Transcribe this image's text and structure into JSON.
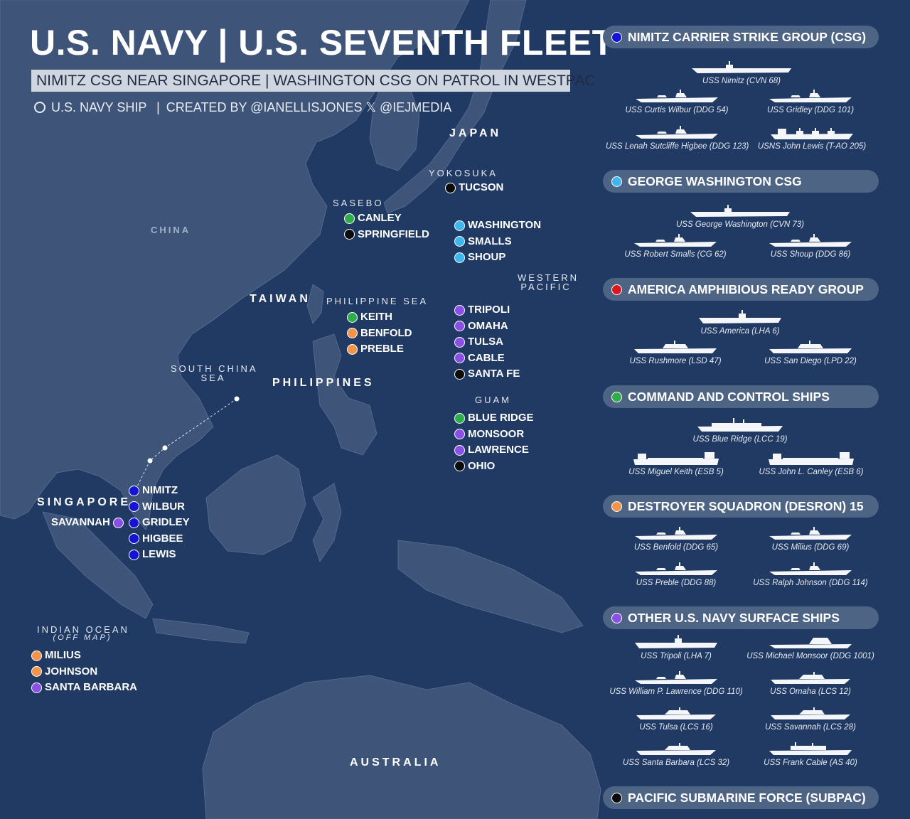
{
  "header": {
    "title": "U.S. NAVY | U.S. SEVENTH FLEET",
    "subtitle": "NIMITZ CSG NEAR SINGAPORE | WASHINGTON CSG ON PATROL IN WESTPAC",
    "legend_label": "U.S. NAVY SHIP",
    "separator": "|",
    "credit": "CREATED BY @IANELLISJONES 𝕏 @IEJMEDIA"
  },
  "colors": {
    "nimitz_csg": "#1414d6",
    "washington_csg": "#3fb7ee",
    "amphibious": "#e0161f",
    "command_control": "#2eae4a",
    "desron15": "#f2954a",
    "other_surface": "#8a4fe6",
    "subpac": "#0b0b0b"
  },
  "regions": {
    "japan": "JAPAN",
    "yokosuka": "YOKOSUKA",
    "sasebo": "SASEBO",
    "china": "CHINA",
    "taiwan": "TAIWAN",
    "philippine_sea": "PHILIPPINE SEA",
    "western_pacific_1": "WESTERN",
    "western_pacific_2": "PACIFIC",
    "south_china_sea_1": "SOUTH CHINA",
    "south_china_sea_2": "SEA",
    "philippines": "PHILIPPINES",
    "guam": "GUAM",
    "singapore": "SINGAPORE",
    "indian_ocean": "INDIAN OCEAN",
    "off_map": "(OFF MAP)",
    "australia": "AUSTRALIA"
  },
  "map_ships": {
    "yokosuka": [
      {
        "name": "TUCSON",
        "color": "#0b0b0b"
      }
    ],
    "sasebo": [
      {
        "name": "CANLEY",
        "color": "#2eae4a"
      },
      {
        "name": "SPRINGFIELD",
        "color": "#0b0b0b"
      }
    ],
    "washington_group": [
      {
        "name": "WASHINGTON",
        "color": "#3fb7ee"
      },
      {
        "name": "SMALLS",
        "color": "#3fb7ee"
      },
      {
        "name": "SHOUP",
        "color": "#3fb7ee"
      }
    ],
    "philippine_sea": [
      {
        "name": "KEITH",
        "color": "#2eae4a"
      },
      {
        "name": "BENFOLD",
        "color": "#f2954a"
      },
      {
        "name": "PREBLE",
        "color": "#f2954a"
      }
    ],
    "western_pacific": [
      {
        "name": "TRIPOLI",
        "color": "#8a4fe6"
      },
      {
        "name": "OMAHA",
        "color": "#8a4fe6"
      },
      {
        "name": "TULSA",
        "color": "#8a4fe6"
      },
      {
        "name": "CABLE",
        "color": "#8a4fe6"
      },
      {
        "name": "SANTA FE",
        "color": "#0b0b0b"
      }
    ],
    "guam": [
      {
        "name": "BLUE RIDGE",
        "color": "#2eae4a"
      },
      {
        "name": "MONSOOR",
        "color": "#8a4fe6"
      },
      {
        "name": "LAWRENCE",
        "color": "#8a4fe6"
      },
      {
        "name": "OHIO",
        "color": "#0b0b0b"
      }
    ],
    "singapore": [
      {
        "name": "NIMITZ",
        "color": "#1414d6"
      },
      {
        "name": "WILBUR",
        "color": "#1414d6"
      },
      {
        "name": "GRIDLEY",
        "color": "#1414d6"
      },
      {
        "name": "HIGBEE",
        "color": "#1414d6"
      },
      {
        "name": "LEWIS",
        "color": "#1414d6"
      }
    ],
    "savannah": {
      "name": "SAVANNAH",
      "color": "#8a4fe6"
    },
    "indian_ocean": [
      {
        "name": "MILIUS",
        "color": "#f2954a"
      },
      {
        "name": "JOHNSON",
        "color": "#f2954a"
      },
      {
        "name": "SANTA BARBARA",
        "color": "#8a4fe6"
      }
    ]
  },
  "sidebar": {
    "groups": [
      {
        "title": "NIMITZ CARRIER STRIKE GROUP (CSG)",
        "color": "#1414d6",
        "ships": [
          {
            "name": "USS Nimitz (CVN 68)",
            "icon": "carrier-icon"
          },
          {
            "name": "USS Curtis Wilbur (DDG 54)",
            "icon": "destroyer-icon"
          },
          {
            "name": "USS Gridley (DDG 101)",
            "icon": "destroyer-icon"
          },
          {
            "name": "USS Lenah Sutcliffe Higbee (DDG 123)",
            "icon": "destroyer-icon"
          },
          {
            "name": "USNS John Lewis (T-AO 205)",
            "icon": "oiler-icon"
          }
        ]
      },
      {
        "title": "GEORGE WASHINGTON CSG",
        "color": "#3fb7ee",
        "ships": [
          {
            "name": "USS George Washington (CVN 73)",
            "icon": "carrier-icon"
          },
          {
            "name": "USS Robert Smalls (CG 62)",
            "icon": "cruiser-icon"
          },
          {
            "name": "USS Shoup (DDG 86)",
            "icon": "destroyer-icon"
          }
        ]
      },
      {
        "title": "AMERICA AMPHIBIOUS READY GROUP",
        "color": "#e0161f",
        "ships": [
          {
            "name": "USS America (LHA 6)",
            "icon": "amphib-assault-icon"
          },
          {
            "name": "USS Rushmore (LSD 47)",
            "icon": "dock-landing-icon"
          },
          {
            "name": "USS San Diego (LPD 22)",
            "icon": "transport-dock-icon"
          }
        ]
      },
      {
        "title": "COMMAND AND CONTROL SHIPS",
        "color": "#2eae4a",
        "ships": [
          {
            "name": "USS Blue Ridge (LCC 19)",
            "icon": "command-ship-icon"
          },
          {
            "name": "USS Miguel Keith (ESB 5)",
            "icon": "sea-base-icon"
          },
          {
            "name": "USS John L. Canley (ESB 6)",
            "icon": "sea-base-icon"
          }
        ]
      },
      {
        "title": "DESTROYER SQUADRON (DESRON) 15",
        "color": "#f2954a",
        "ships": [
          {
            "name": "USS Benfold (DDG 65)",
            "icon": "destroyer-icon"
          },
          {
            "name": "USS Milius (DDG 69)",
            "icon": "destroyer-icon"
          },
          {
            "name": "USS Preble (DDG 88)",
            "icon": "destroyer-icon"
          },
          {
            "name": "USS Ralph Johnson (DDG 114)",
            "icon": "destroyer-icon"
          }
        ]
      },
      {
        "title": "OTHER U.S. NAVY SURFACE SHIPS",
        "color": "#8a4fe6",
        "ships": [
          {
            "name": "USS Tripoli (LHA 7)",
            "icon": "amphib-assault-icon"
          },
          {
            "name": "USS Michael Monsoor (DDG 1001)",
            "icon": "stealth-destroyer-icon"
          },
          {
            "name": "USS William P. Lawrence (DDG 110)",
            "icon": "destroyer-icon"
          },
          {
            "name": "USS Omaha (LCS 12)",
            "icon": "littoral-combat-icon"
          },
          {
            "name": "USS Tulsa (LCS 16)",
            "icon": "littoral-combat-icon"
          },
          {
            "name": "USS Savannah (LCS 28)",
            "icon": "littoral-combat-icon"
          },
          {
            "name": "USS Santa Barbara (LCS 32)",
            "icon": "littoral-combat-icon"
          },
          {
            "name": "USS Frank Cable (AS 40)",
            "icon": "tender-icon"
          }
        ]
      },
      {
        "title": "PACIFIC SUBMARINE FORCE (SUBPAC)",
        "color": "#0b0b0b",
        "ships": []
      }
    ]
  }
}
